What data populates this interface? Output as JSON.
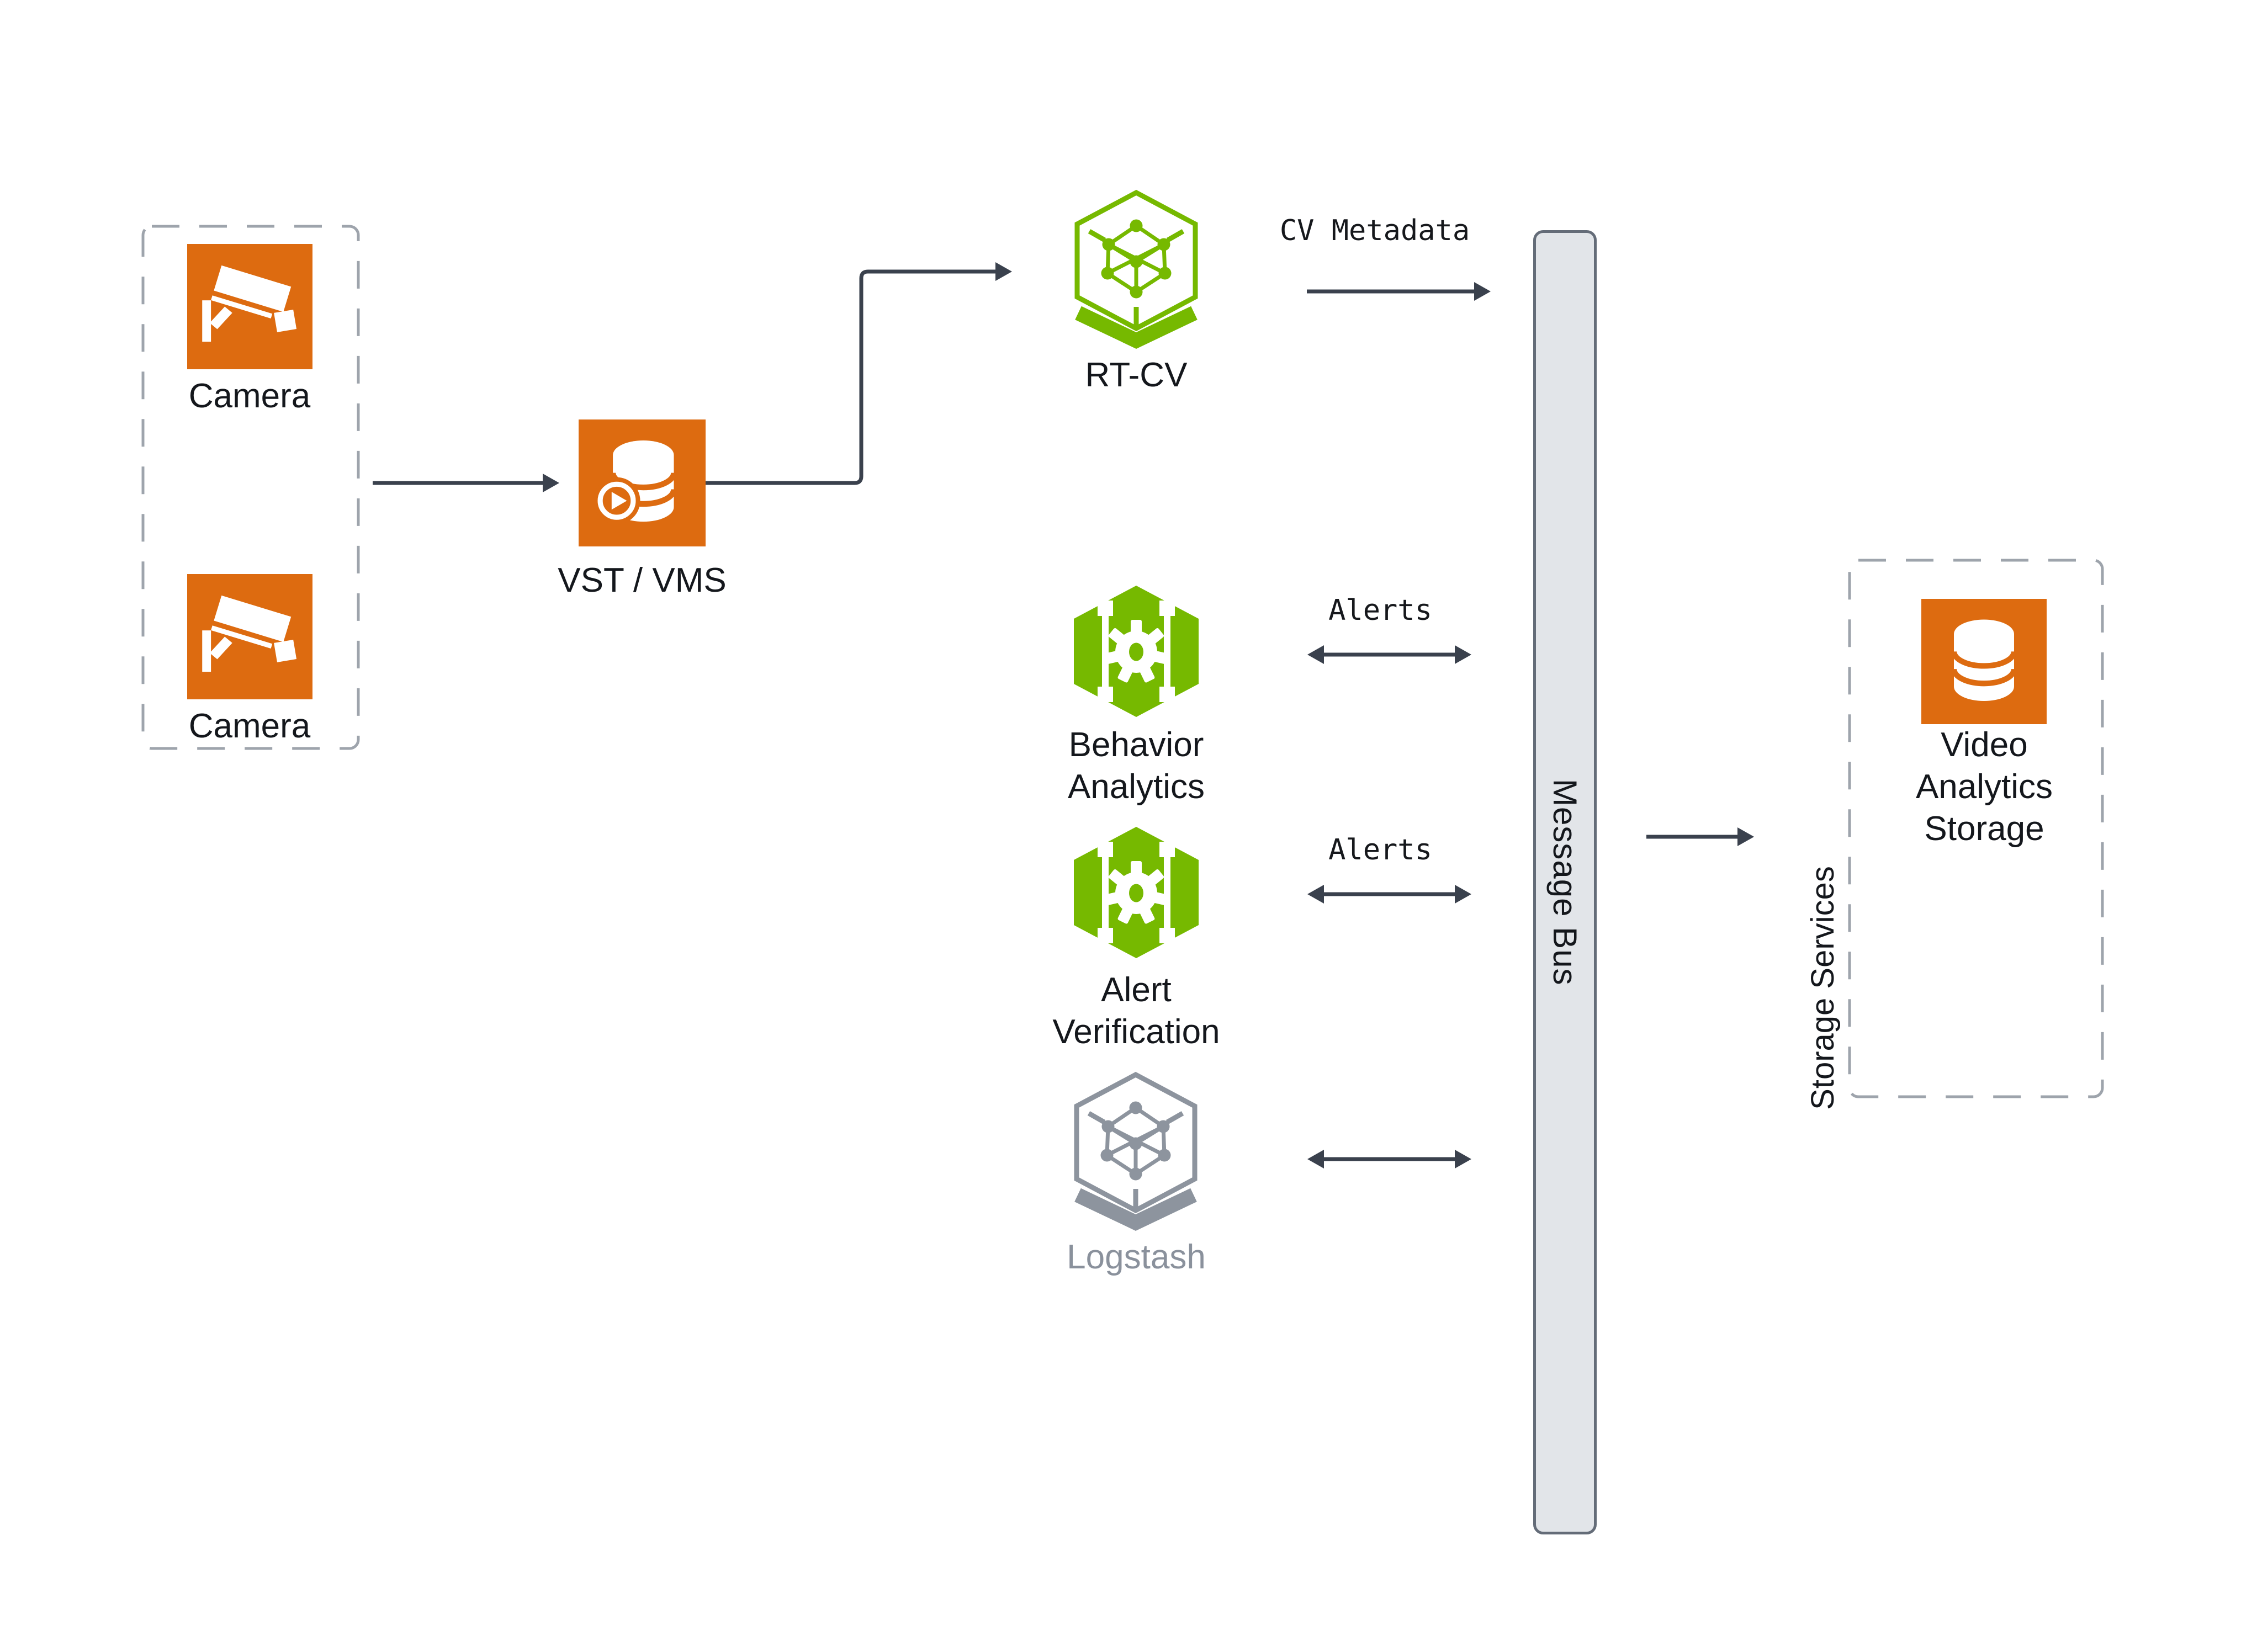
{
  "colors": {
    "orange": "#DD6B10",
    "green": "#76B900",
    "gray": "#8D949E",
    "arrow": "#3A414D",
    "dash": "#9EA4AC",
    "bus-fill": "#E2E5E9",
    "bus-border": "#646C78",
    "label": "#14171C",
    "logstash-label": "#8A919C"
  },
  "icons": {
    "camera": "cctv-camera-icon",
    "vst": "video-database-icon",
    "rtcv": "nim-hexagon-network-icon",
    "behavior": "gear-hexagon-icon",
    "alert": "gear-hexagon-icon",
    "logstash": "nim-hexagon-network-icon-gray",
    "storage": "database-icon"
  },
  "nodes": {
    "camera_group": {
      "camera1_label": "Camera",
      "camera2_label": "Camera"
    },
    "vst": {
      "label": "VST / VMS"
    },
    "rtcv": {
      "label": "RT-CV"
    },
    "behavior_analytics": {
      "line1": "Behavior",
      "line2": "Analytics"
    },
    "alert_verification": {
      "line1": "Alert",
      "line2": "Verification"
    },
    "logstash": {
      "label": "Logstash"
    },
    "message_bus": {
      "label": "Message Bus"
    },
    "storage_services": {
      "label": "Storage Services"
    },
    "video_analytics_storage": {
      "line1": "Video",
      "line2": "Analytics",
      "line3": "Storage"
    }
  },
  "edge_labels": {
    "cv_metadata": "CV Metadata",
    "alerts_behavior": "Alerts",
    "alerts_verification": "Alerts"
  }
}
